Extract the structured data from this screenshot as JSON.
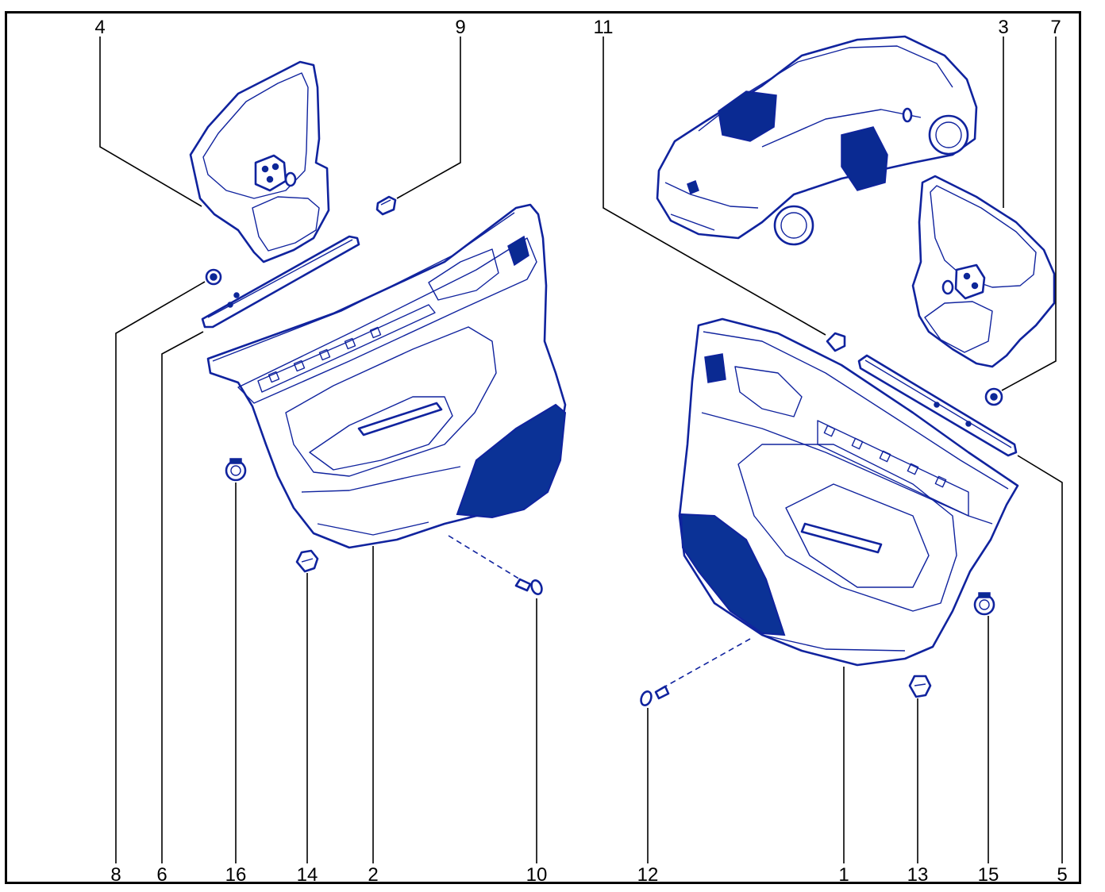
{
  "callouts": [
    {
      "id": "4",
      "label": "4"
    },
    {
      "id": "9",
      "label": "9"
    },
    {
      "id": "11",
      "label": "11"
    },
    {
      "id": "3",
      "label": "3"
    },
    {
      "id": "7",
      "label": "7"
    },
    {
      "id": "8",
      "label": "8"
    },
    {
      "id": "6",
      "label": "6"
    },
    {
      "id": "16",
      "label": "16"
    },
    {
      "id": "14",
      "label": "14"
    },
    {
      "id": "2",
      "label": "2"
    },
    {
      "id": "10",
      "label": "10"
    },
    {
      "id": "12",
      "label": "12"
    },
    {
      "id": "1",
      "label": "1"
    },
    {
      "id": "13",
      "label": "13"
    },
    {
      "id": "15",
      "label": "15"
    },
    {
      "id": "5",
      "label": "5"
    }
  ],
  "colors": {
    "line": "#10239e",
    "fill_dark": "#0a2a92",
    "frame": "#000000",
    "background": "#ffffff"
  }
}
